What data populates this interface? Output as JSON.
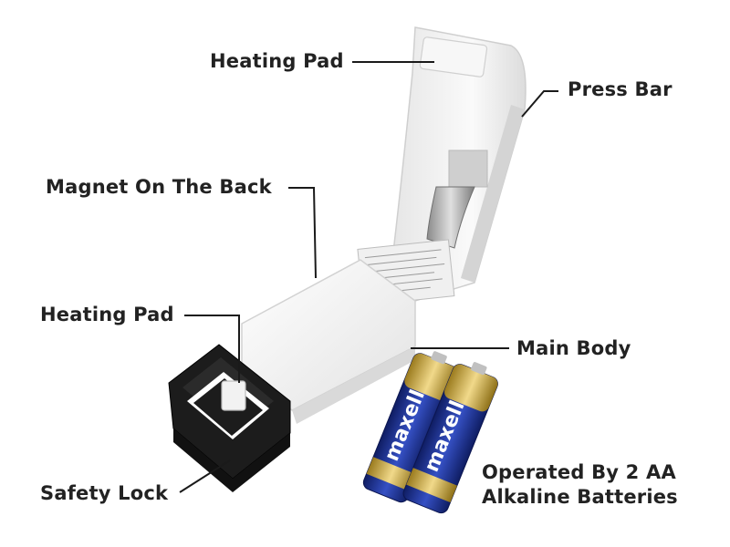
{
  "labels": {
    "heating_pad_top": "Heating Pad",
    "press_bar": "Press Bar",
    "magnet": "Magnet On The Back",
    "heating_pad_bottom": "Heating Pad",
    "main_body": "Main Body",
    "safety_lock": "Safety Lock",
    "batteries_line1": "Operated By 2 AA",
    "batteries_line2": "Alkaline Batteries"
  },
  "battery_brand": "maxell",
  "colors": {
    "text": "#222222",
    "device_white": "#f4f4f4",
    "device_shadow": "#d8d8d8",
    "lock_black": "#1c1c1c",
    "battery_blue": "#1b2f8a",
    "battery_gold": "#c9a93a",
    "spring_metal": "#a9a9a9"
  }
}
